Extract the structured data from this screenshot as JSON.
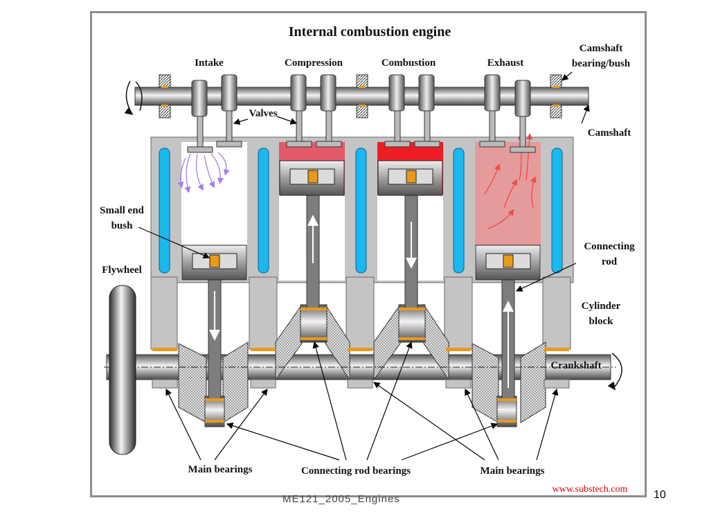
{
  "diagram": {
    "title": "Internal combustion engine",
    "strokes": [
      "Intake",
      "Compression",
      "Combustion",
      "Exhaust"
    ],
    "labels": {
      "camshaft_bearing_line1": "Camshaft",
      "camshaft_bearing_line2": "bearing/bush",
      "camshaft": "Camshaft",
      "valves": "Valves",
      "small_end_line1": "Small end",
      "small_end_line2": "bush",
      "flywheel": "Flywheel",
      "connecting_rod_line1": "Connecting",
      "connecting_rod_line2": "rod",
      "cylinder_block_line1": "Cylinder",
      "cylinder_block_line2": "block",
      "crankshaft": "Crankshaft",
      "main_bearings_left": "Main bearings",
      "connecting_rod_bearings": "Connecting rod bearings",
      "main_bearings_right": "Main bearings"
    },
    "source_url": "www.substech.com",
    "colors": {
      "block": "#c4c4c4",
      "coolant": "#1ab8ef",
      "bearing": "#e89a1c",
      "compression_charge": "#e35a6a",
      "combustion_charge": "#ee1c24",
      "exhaust_charge": "#e08a8a",
      "intake_flow": "#a77be8",
      "rod": "#7d7d7d"
    }
  },
  "slide": {
    "page_number": "10",
    "footer_text": "ME121_2005_Engines"
  }
}
